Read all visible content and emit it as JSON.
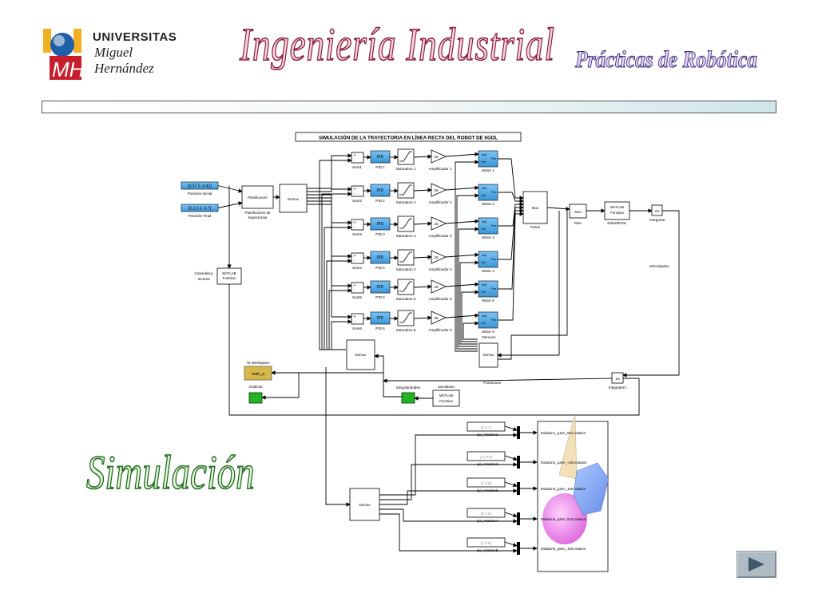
{
  "header": {
    "logo_universitas": "UNIVERSITAS",
    "logo_miguel": "Miguel",
    "logo_hernandez": "Hernández",
    "logo_mark": "MH",
    "title": "Ingeniería Industrial",
    "subtitle": "Prácticas de Robótica"
  },
  "section_title": "Simulación",
  "colors": {
    "title_fill": "#f4d8e0",
    "title_stroke": "#8a1a3a",
    "subtitle_stroke": "#3a2c7a",
    "simulacion_stroke": "#1e6b1e",
    "block_blue": "#4aa8e8",
    "workspace_yellow": "#d6b84a",
    "scope_green": "#22b422"
  },
  "next_button_icon": "play-triangle-icon",
  "diagram": {
    "title": "SIMULACIÓN DE LA TRAYECTORIA EN LÍNEA RECTA DEL ROBOT DE 6GDL",
    "const_inicial_value": "[0.57 0 -0.42]",
    "const_inicial_label": "Posición Inicial",
    "const_final_value": "[0.1 0.3 -0.7]",
    "const_final_label": "Posición Final",
    "planificacion_block": "Planificación",
    "planificacion_label": "Planificación de trayectorias",
    "demux_label": "Demux",
    "cinematica_label": "Cinemática Inversa",
    "matlab_function": "MATLAB Function",
    "rows": [
      {
        "sum": "Sum1",
        "pid": "PID 1",
        "sat": "Saturation 1",
        "amp": "Amplificador 1",
        "motor": "Motor 1"
      },
      {
        "sum": "Sum2",
        "pid": "PID 2",
        "sat": "Saturation 2",
        "amp": "Amplificador 2",
        "motor": "Motor 2"
      },
      {
        "sum": "Sum3",
        "pid": "PID 3",
        "sat": "Saturation 3",
        "amp": "Amplificador 3",
        "motor": "Motor 3"
      },
      {
        "sum": "Sum4",
        "pid": "PID 4",
        "sat": "Saturation 4",
        "amp": "Amplificador 4",
        "motor": "Motor 4"
      },
      {
        "sum": "Sum5",
        "pid": "PID 5",
        "sat": "Saturation 5",
        "amp": "Amplificador 5",
        "motor": "Motor 5"
      },
      {
        "sum": "Sum6",
        "pid": "PID 6",
        "sat": "Saturation 6",
        "amp": "Amplificador 6",
        "motor": "Motor 6"
      }
    ],
    "pid_block": "PID",
    "gain_value": "25",
    "motor_in_volt": "Volt",
    "motor_in_vel": "Vel",
    "motor_out_par": "Par",
    "mux_label": "Mux",
    "pares_label": "Pares",
    "robot_label": "Robot6GDL",
    "integrator_label": "Integrator",
    "integrator_symbol": "1/s",
    "integrator1_label": "Integrator1",
    "velocidades_label": "Velocidades",
    "posiciones_label": "Posiciones",
    "demux1_label": "Demux1",
    "to_workspace_title": "To Workspace",
    "to_workspace_value": "matr_q",
    "graficas_label": "Graficas",
    "singularidades_label": "Singularidades",
    "jacobiano_label": "Jacobiano",
    "anim_rows": [
      {
        "const": "[0  0  1]",
        "label": "eje_rotation1",
        "port": "Eslabon1_q1en_001.rotation"
      },
      {
        "const": "[-1  0  0]",
        "label": "eje_rotation2",
        "port": "Eslabon2_q2en_-100.rotation"
      },
      {
        "const": "[1  0  0]",
        "label": "eje_rotation3",
        "port": "Eslabon3_q3en_100.rotation"
      },
      {
        "const": "[0  1  0]",
        "label": "eje_rotation4",
        "port": "Eslabon4_q4en_010.rotation"
      },
      {
        "const": "[1  0  0]",
        "label": "eje_rotation5",
        "port": "Eslabon5_q5en_100.rotation"
      }
    ]
  }
}
